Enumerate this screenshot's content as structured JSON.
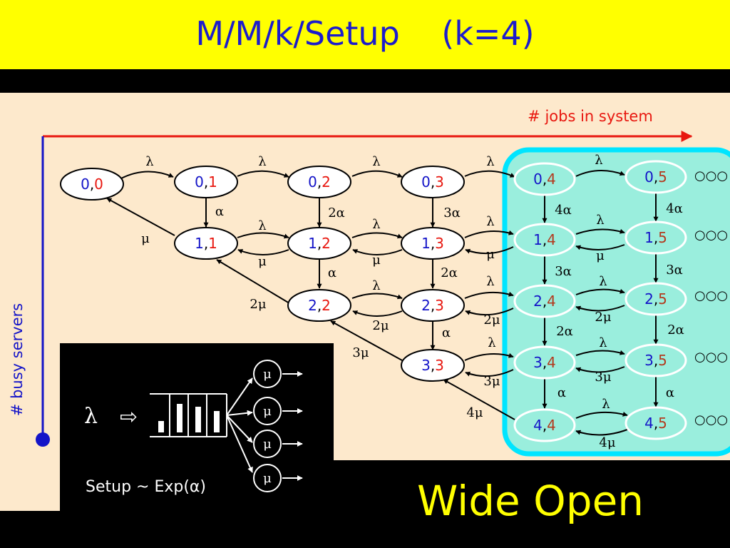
{
  "title": "M/M/k/Setup    (k=4)",
  "x_axis_label": "# jobs in system",
  "y_axis_label": "# busy servers",
  "bottom_text": "Wide Open",
  "inset": {
    "arrival_symbol": "λ",
    "setup_label": "Setup ~ Exp(α)",
    "server_labels": [
      "μ",
      "μ",
      "μ",
      "μ"
    ]
  },
  "ellipsis": "○○○",
  "colors": {
    "title_bg": "#ffff00",
    "title_fg": "#1c1ccc",
    "panel_bg": "#fde9cc",
    "highlight_bg": "#9aeedd",
    "highlight_border": "#00e5ff",
    "axis_x": "#e8170f",
    "axis_y": "#1414c8",
    "busy_num": "#1414c8",
    "jobs_num": "#e8170f",
    "jobs_num_open": "#b33a1e"
  },
  "states": [
    {
      "busy": "0",
      "jobs": "0"
    },
    {
      "busy": "0",
      "jobs": "1"
    },
    {
      "busy": "0",
      "jobs": "2"
    },
    {
      "busy": "0",
      "jobs": "3"
    },
    {
      "busy": "0",
      "jobs": "4"
    },
    {
      "busy": "0",
      "jobs": "5"
    },
    {
      "busy": "1",
      "jobs": "1"
    },
    {
      "busy": "1",
      "jobs": "2"
    },
    {
      "busy": "1",
      "jobs": "3"
    },
    {
      "busy": "1",
      "jobs": "4"
    },
    {
      "busy": "1",
      "jobs": "5"
    },
    {
      "busy": "2",
      "jobs": "2"
    },
    {
      "busy": "2",
      "jobs": "3"
    },
    {
      "busy": "2",
      "jobs": "4"
    },
    {
      "busy": "2",
      "jobs": "5"
    },
    {
      "busy": "3",
      "jobs": "3"
    },
    {
      "busy": "3",
      "jobs": "4"
    },
    {
      "busy": "3",
      "jobs": "5"
    },
    {
      "busy": "4",
      "jobs": "4"
    },
    {
      "busy": "4",
      "jobs": "5"
    }
  ],
  "rate_labels": {
    "lambda": "λ",
    "mu": "μ",
    "mu2": "2μ",
    "mu3": "3μ",
    "mu4": "4μ",
    "alpha": "α",
    "alpha2": "2α",
    "alpha3": "3α",
    "alpha4": "4α"
  }
}
